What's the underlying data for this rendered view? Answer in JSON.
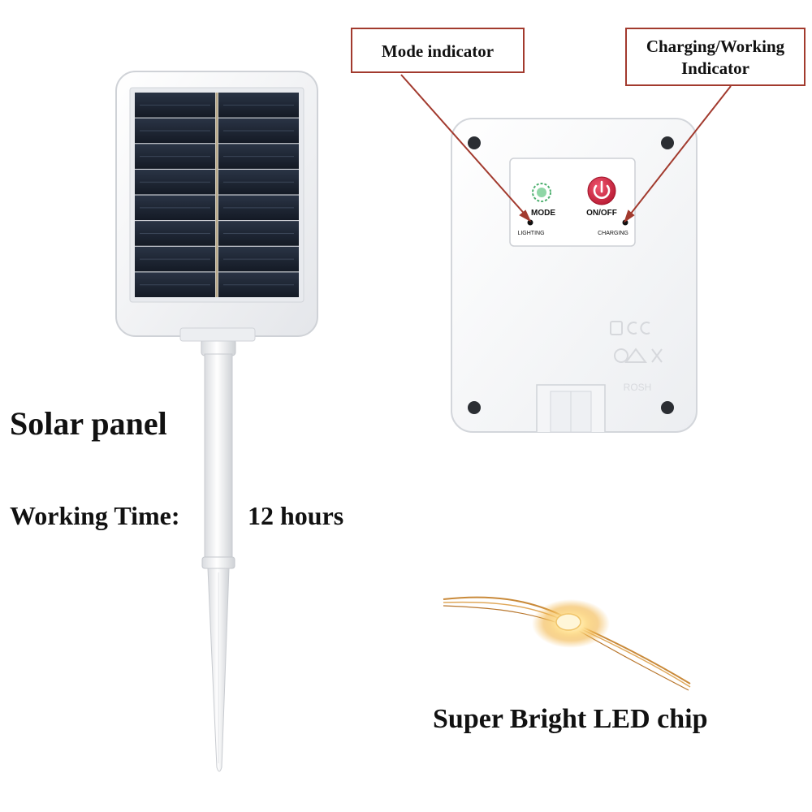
{
  "labels": {
    "solar_panel": "Solar panel",
    "working_time_label": "Working Time:",
    "working_time_value": "12 hours",
    "led_chip": "Super Bright LED chip"
  },
  "callouts": {
    "mode_indicator": "Mode indicator",
    "charging_line1": "Charging/Working",
    "charging_line2": "Indicator"
  },
  "control_box": {
    "mode_button_label": "MODE",
    "power_button_label": "ON/OFF",
    "lighting_label": "LIGHTING",
    "charging_label": "CHARGING",
    "rohs_text": "ROSH"
  },
  "colors": {
    "callout_border": "#a23a2e",
    "power_button": "#d3203f",
    "mode_button": "#4caf6e",
    "panel_cell": "#1c2432"
  }
}
